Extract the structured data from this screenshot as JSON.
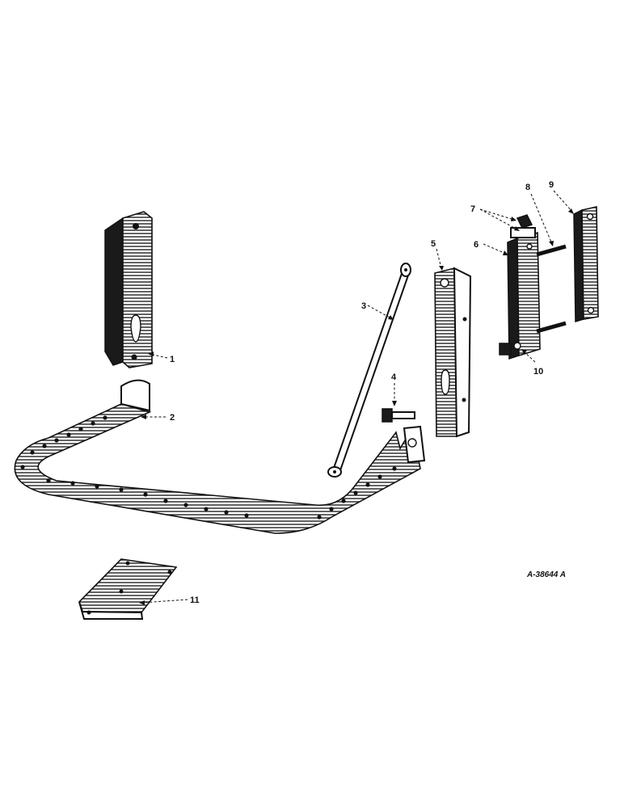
{
  "diagram": {
    "reference_code": "A-38644 A",
    "callouts": [
      "1",
      "2",
      "3",
      "4",
      "5",
      "6",
      "7",
      "8",
      "9",
      "10",
      "11"
    ]
  }
}
